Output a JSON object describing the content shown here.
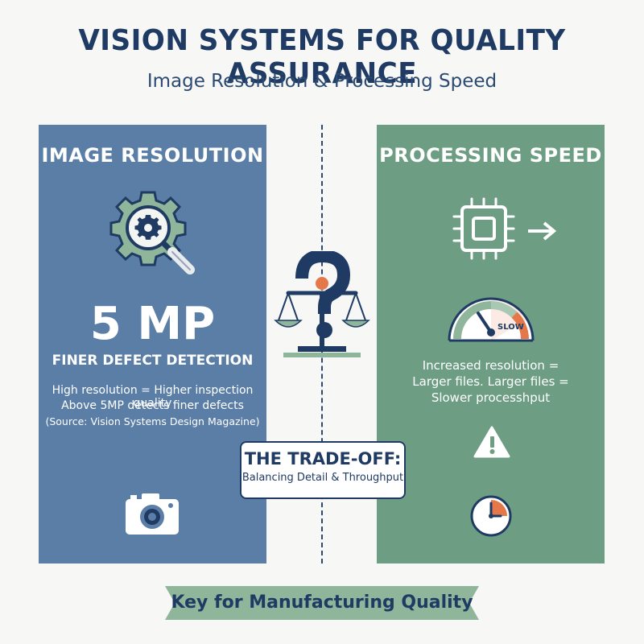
{
  "header": {
    "title": "VISION SYSTEMS FOR QUALITY ASSURANCE",
    "subtitle": "Image Resolution & Processing Speed"
  },
  "left_panel": {
    "heading": "IMAGE RESOLUTION",
    "value": "5 MP",
    "caption": "FINER DEFECT DETECTION",
    "lines": [
      "High resolution = Higher inspection quality",
      "Above 5MP detects finer defects",
      "(Source: Vision Systems Design Magazine)"
    ],
    "icons": [
      "gear-magnifier-icon",
      "camera-icon"
    ]
  },
  "right_panel": {
    "heading": "PROCESSING SPEED",
    "gauge_label": "SLOW",
    "lines": [
      "Increased resolution =",
      "Larger files. Larger files =",
      "Slower processhput"
    ],
    "icons": [
      "processor-chip-icon",
      "arrow-right-icon",
      "speedometer-icon",
      "warning-icon",
      "clock-icon"
    ]
  },
  "center": {
    "icons": [
      "balance-scale-icon",
      "question-mark-icon"
    ],
    "tradeoff_title": "THE TRADE-OFF:",
    "tradeoff_text": "Balancing Detail & Throughput"
  },
  "footer": {
    "banner": "Key for Manufacturing Quality"
  },
  "colors": {
    "navy": "#1f3b63",
    "blue_panel": "#5b7ea7",
    "green_panel": "#6d9e84",
    "accent_orange": "#e5784a",
    "light_green": "#8fb59a"
  }
}
